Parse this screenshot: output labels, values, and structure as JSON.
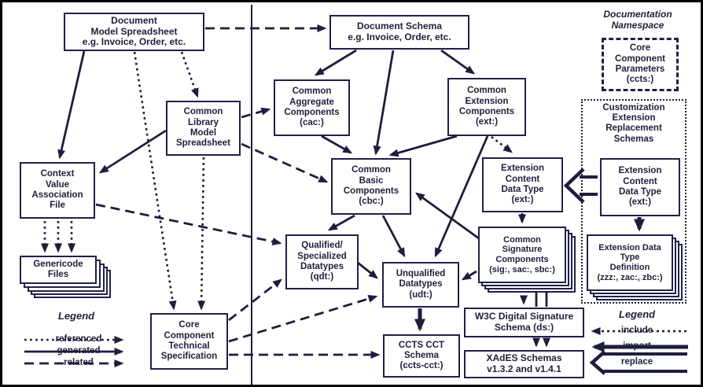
{
  "diagram": {
    "title_hint": "UBL schema generation dependency diagram",
    "ink_color": "#1e1e3c",
    "boxes": {
      "dms": {
        "label": "Document\nModel Spreadsheet\ne.g. Invoice, Order, etc."
      },
      "ds": {
        "label": "Document Schema\ne.g. Invoice, Order, etc."
      },
      "clms": {
        "label": "Common\nLibrary\nModel\nSpreadsheet"
      },
      "cac": {
        "label": "Common\nAggregate\nComponents\n(cac:)"
      },
      "cec": {
        "label": "Common\nExtension\nComponents\n(ext:)"
      },
      "cva": {
        "label": "Context\nValue\nAssociation\nFile"
      },
      "genericode": {
        "label": "Genericode\nFiles"
      },
      "cbc": {
        "label": "Common\nBasic\nComponents\n(cbc:)"
      },
      "qsd": {
        "label": "Qualified/\nSpecialized\nDatatypes\n(qdt:)"
      },
      "udt": {
        "label": "Unqualified\nDatatypes\n(udt:)"
      },
      "cct": {
        "label": "CCTS CCT\nSchema\n(ccts-cct:)"
      },
      "ccts_spec": {
        "label": "Core\nComponent\nTechnical\nSpecification"
      },
      "ecdt_left": {
        "label": "Extension\nContent\nData Type\n(ext:)"
      },
      "ecdt_right": {
        "label": "Extension\nContent\nData Type\n(ext:)"
      },
      "csc": {
        "label": "Common\nSignature\nComponents\n(sig:, sac:, sbc:)"
      },
      "edtd": {
        "label": "Extension Data\nType\nDefinition\n(zzz:, zac:, zbc:)"
      },
      "w3c": {
        "label": "W3C Digital Signature\nSchema (ds:)"
      },
      "xades": {
        "label": "XAdES Schemas\nv1.3.2 and v1.4.1"
      },
      "ccp": {
        "label": "Core\nComponent\nParameters\n(ccts:)"
      }
    },
    "doc_namespace_label": "Documentation\nNamespace",
    "customization_title": "Customization\nExtension\nReplacement\nSchemas",
    "legend_left": {
      "title": "Legend",
      "items": [
        {
          "label": "referenced",
          "style": "dotted"
        },
        {
          "label": "generated",
          "style": "solid"
        },
        {
          "label": "related",
          "style": "dashed"
        }
      ]
    },
    "legend_right": {
      "title": "Legend",
      "items": [
        {
          "label": "include",
          "style": "dotted"
        },
        {
          "label": "import",
          "style": "solid-thick"
        },
        {
          "label": "replace",
          "style": "hollow-outline"
        }
      ]
    }
  }
}
